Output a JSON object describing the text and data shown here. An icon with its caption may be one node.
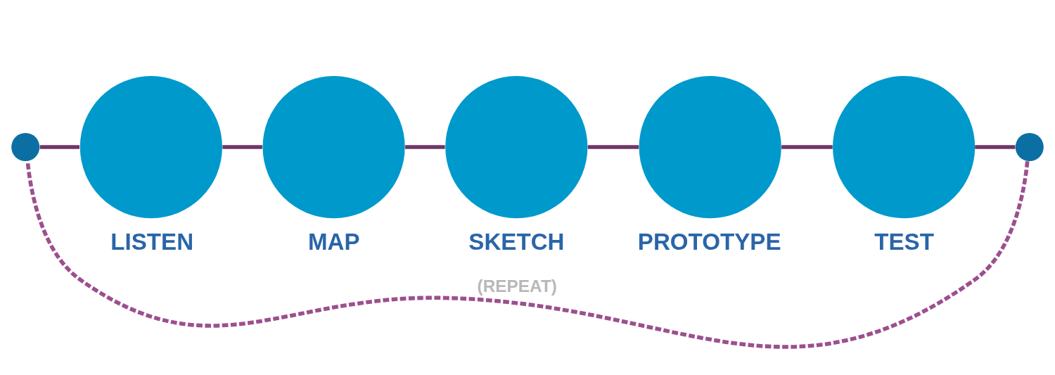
{
  "diagram": {
    "nodes": [
      {
        "text": [],
        "shape": "circle"
      },
      {
        "text": [
          "LISTEN"
        ]
      },
      {
        "text": [
          "MAP"
        ]
      },
      {
        "text": [
          "SKETCH"
        ]
      },
      {
        "text": [
          "PROTOTYPE"
        ]
      },
      {
        "text": [
          "TEST"
        ]
      },
      {
        "text": [],
        "shape": "circle"
      }
    ],
    "edges": [
      {
        "from": 0,
        "to": 1,
        "arrow": "none"
      },
      {
        "from": 1,
        "to": 2,
        "arrow": "none"
      },
      {
        "from": 2,
        "to": 3,
        "arrow": "none"
      },
      {
        "from": 3,
        "to": 4,
        "arrow": "none"
      },
      {
        "from": 4,
        "to": 5,
        "arrow": "none"
      },
      {
        "from": 5,
        "to": 6,
        "arrow": "none"
      },
      {
        "from": 6,
        "to": 0,
        "arrow": "none",
        "style": "dashed",
        "color": "#9c4f8e",
        "label": "(REPEAT)"
      }
    ]
  }
}
